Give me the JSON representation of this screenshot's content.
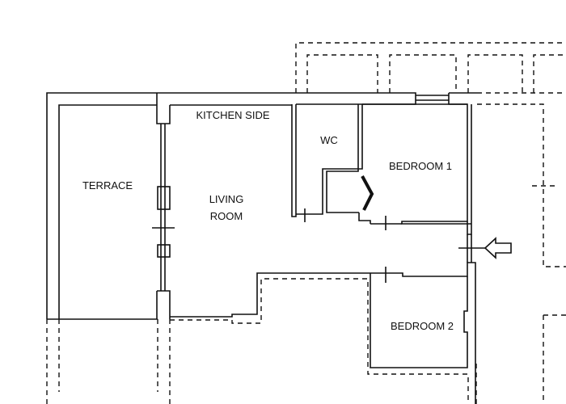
{
  "plan": {
    "rooms": [
      {
        "id": "terrace",
        "label": "TERRACE"
      },
      {
        "id": "kitchen",
        "label": "KITCHEN SIDE"
      },
      {
        "id": "living",
        "label": "LIVING\nROOM"
      },
      {
        "id": "wc",
        "label": "WC"
      },
      {
        "id": "bedroom1",
        "label": "BEDROOM 1"
      },
      {
        "id": "bedroom2",
        "label": "BEDROOM 2"
      }
    ],
    "entrance_icon": "arrow-left-icon",
    "colors": {
      "line": "#111111",
      "background": "#ffffff"
    }
  }
}
